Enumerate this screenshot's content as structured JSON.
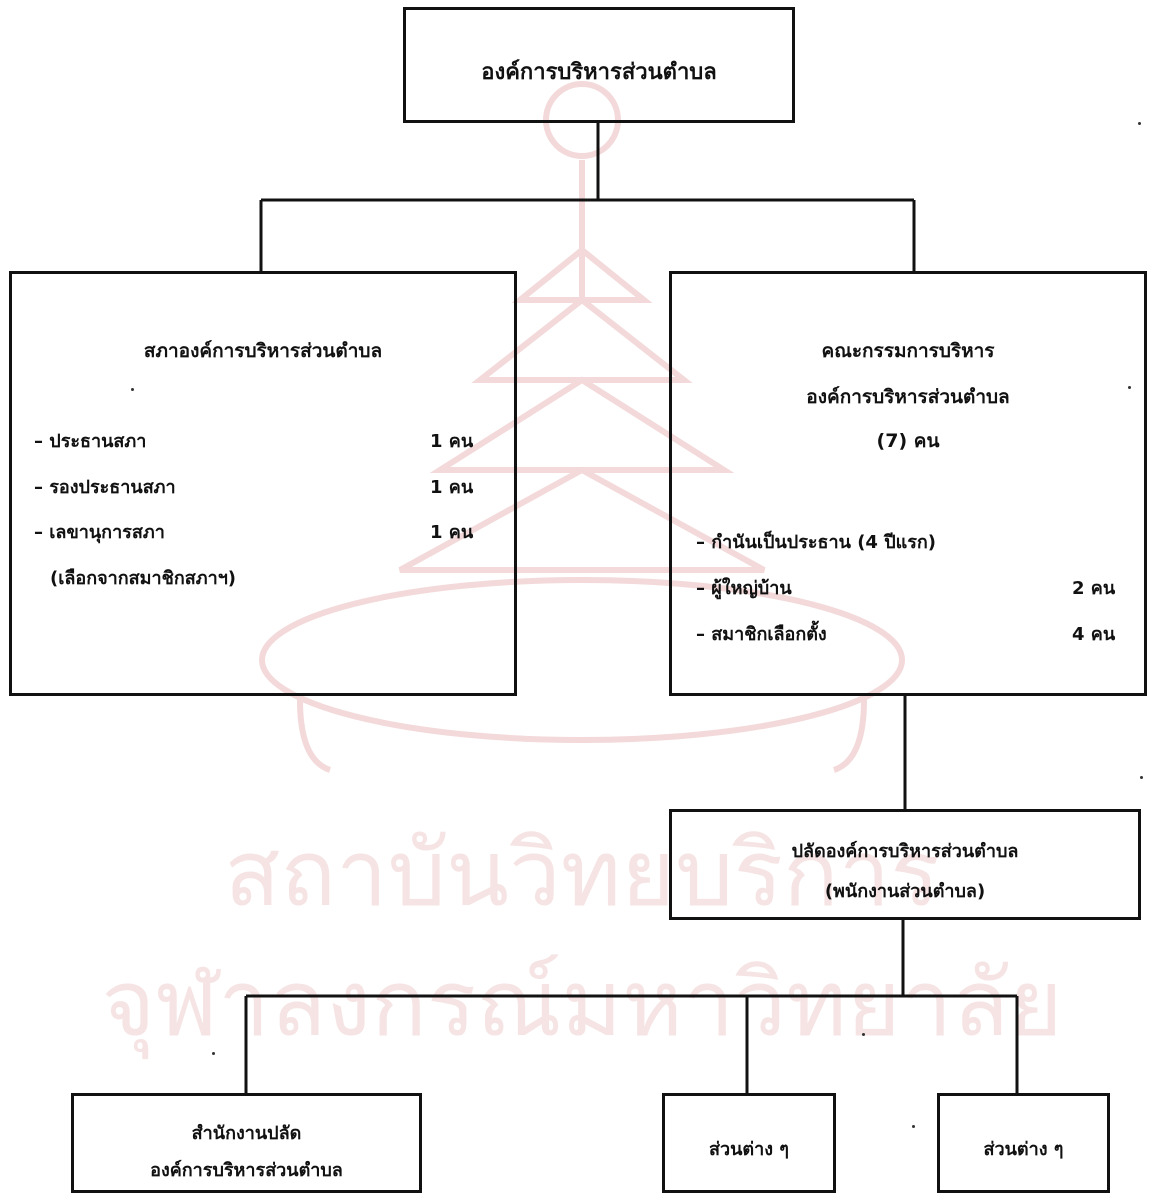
{
  "diagram": {
    "root": {
      "title": "องค์การบริหารส่วนตำบล"
    },
    "council": {
      "title": "สภาองค์การบริหารส่วนตำบล",
      "members": [
        {
          "label": "– ประธานสภา",
          "qty": "1 คน"
        },
        {
          "label": "– รองประธานสภา",
          "qty": "1 คน"
        },
        {
          "label": "– เลขานุการสภา",
          "qty": "1 คน"
        }
      ],
      "note": "(เลือกจากสมาชิกสภาฯ)"
    },
    "executive": {
      "title_lines": [
        "คณะกรรมการบริหาร",
        "องค์การบริหารส่วนตำบล",
        "(7) คน"
      ],
      "chair": "– กำนันเป็นประธาน (4 ปีแรก)",
      "members": [
        {
          "label": "– ผู้ใหญ่บ้าน",
          "qty": "2 คน"
        },
        {
          "label": "– สมาชิกเลือกตั้ง",
          "qty": "4 คน"
        }
      ]
    },
    "clerk": {
      "title_lines": [
        "ปลัดองค์การบริหารส่วนตำบล",
        "(พนักงานส่วนตำบล)"
      ]
    },
    "departments": [
      {
        "title_lines": [
          "สำนักงานปลัด",
          "องค์การบริหารส่วนตำบล"
        ]
      },
      {
        "title_lines": [
          "ส่วนต่าง ๆ"
        ]
      },
      {
        "title_lines": [
          "ส่วนต่าง ๆ"
        ]
      }
    ],
    "watermark": {
      "institution": "สถาบันวิทยบริการ",
      "university": "จุฬาลงกรณ์มหาวิทยาลัย"
    }
  }
}
